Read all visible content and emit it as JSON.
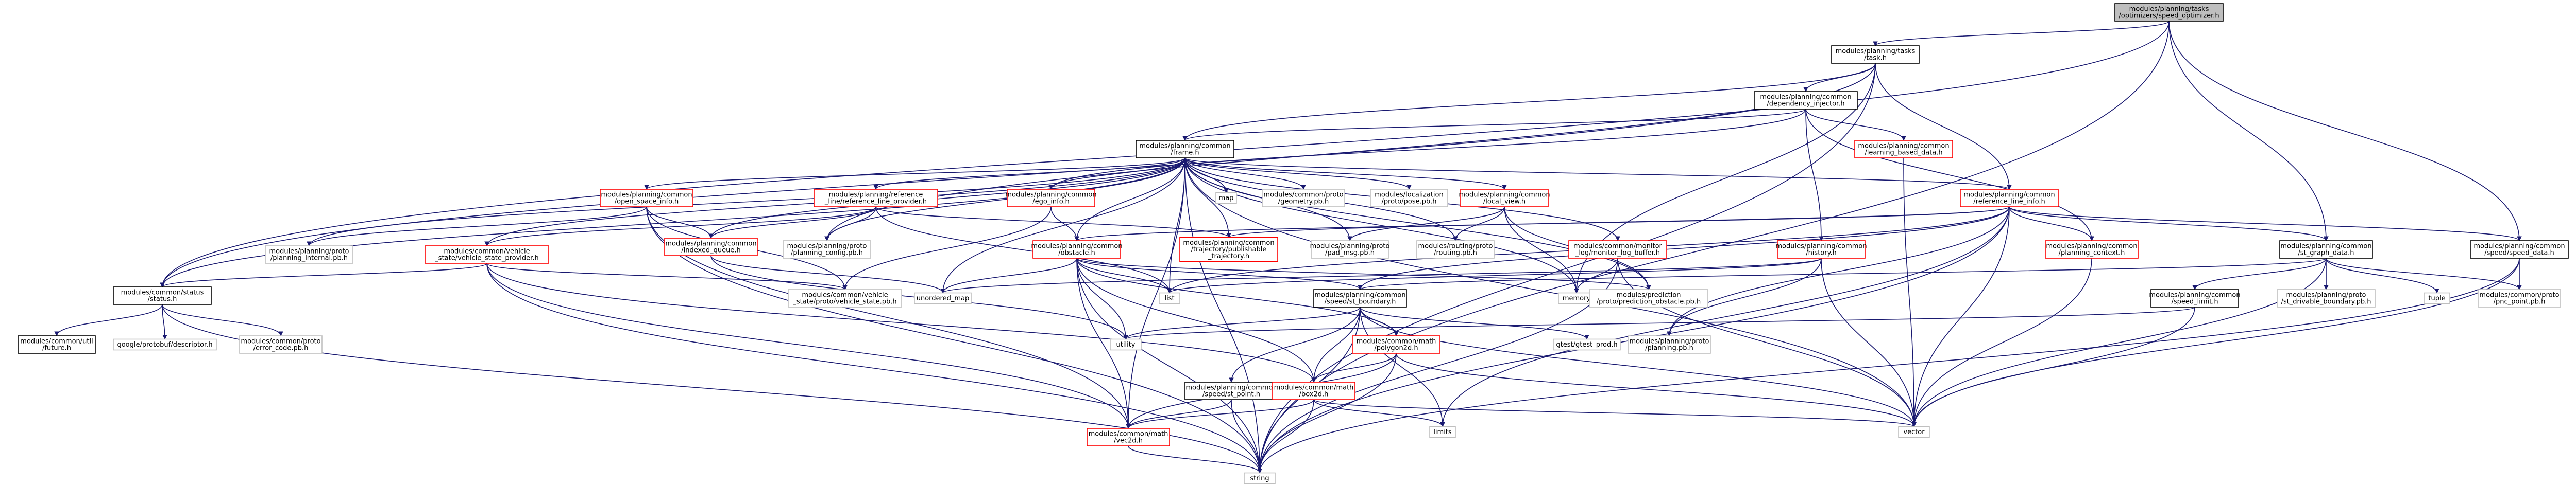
{
  "colors": {
    "edge": "#191970",
    "root_fill": "#bfbfbf",
    "normal_border": "#000000",
    "truncated_border": "#ff0000",
    "external_border": "#bfbfbf",
    "background": "#ffffff"
  },
  "nodes": [
    {
      "id": "root",
      "lines": [
        "modules/planning/tasks",
        "/optimizers/speed_optimizer.h"
      ],
      "style": "root"
    },
    {
      "id": "task",
      "lines": [
        "modules/planning/tasks",
        "/task.h"
      ],
      "style": "normal"
    },
    {
      "id": "dep",
      "lines": [
        "modules/planning/common",
        "/dependency_injector.h"
      ],
      "style": "normal"
    },
    {
      "id": "frame",
      "lines": [
        "modules/planning/common",
        "/frame.h"
      ],
      "style": "normal"
    },
    {
      "id": "learn",
      "lines": [
        "modules/planning/common",
        "/learning_based_data.h"
      ],
      "style": "red"
    },
    {
      "id": "status",
      "lines": [
        "modules/common/status",
        "/status.h"
      ],
      "style": "normal"
    },
    {
      "id": "openspace",
      "lines": [
        "modules/planning/common",
        "/open_space_info.h"
      ],
      "style": "red"
    },
    {
      "id": "trajrefline",
      "lines": [
        "modules/planning/reference",
        "_line/reference_line_provider.h"
      ],
      "style": "red"
    },
    {
      "id": "egoinfo",
      "lines": [
        "modules/planning/common",
        "/ego_info.h"
      ],
      "style": "red"
    },
    {
      "id": "map",
      "lines": [
        "map"
      ],
      "style": "external"
    },
    {
      "id": "geometry",
      "lines": [
        "modules/common/proto",
        "/geometry.pb.h"
      ],
      "style": "external"
    },
    {
      "id": "pose",
      "lines": [
        "modules/localization",
        "/proto/pose.pb.h"
      ],
      "style": "external"
    },
    {
      "id": "localview",
      "lines": [
        "modules/planning/common",
        "/local_view.h"
      ],
      "style": "red"
    },
    {
      "id": "refline",
      "lines": [
        "modules/planning/common",
        "/reference_line_info.h"
      ],
      "style": "red"
    },
    {
      "id": "vsp",
      "lines": [
        "modules/common/vehicle",
        "_state/vehicle_state_provider.h"
      ],
      "style": "red"
    },
    {
      "id": "planint",
      "lines": [
        "modules/planning/proto",
        "/planning_internal.pb.h"
      ],
      "style": "external"
    },
    {
      "id": "indexedqueue",
      "lines": [
        "modules/planning/common",
        "/indexed_queue.h"
      ],
      "style": "red"
    },
    {
      "id": "planconfig",
      "lines": [
        "modules/planning/proto",
        "/planning_config.pb.h"
      ],
      "style": "external"
    },
    {
      "id": "obstacle",
      "lines": [
        "modules/planning/common",
        "/obstacle.h"
      ],
      "style": "red"
    },
    {
      "id": "pubtraj",
      "lines": [
        "modules/planning/common",
        "/trajectory/publishable",
        "_trajectory.h"
      ],
      "style": "red"
    },
    {
      "id": "padmsg",
      "lines": [
        "modules/planning/proto",
        "/pad_msg.pb.h"
      ],
      "style": "external"
    },
    {
      "id": "routing",
      "lines": [
        "modules/routing/proto",
        "/routing.pb.h"
      ],
      "style": "external"
    },
    {
      "id": "monitorlog",
      "lines": [
        "modules/common/monitor",
        "_log/monitor_log_buffer.h"
      ],
      "style": "red"
    },
    {
      "id": "history",
      "lines": [
        "modules/planning/common",
        "/history.h"
      ],
      "style": "red"
    },
    {
      "id": "plancontext",
      "lines": [
        "modules/planning/common",
        "/planning_context.h"
      ],
      "style": "red"
    },
    {
      "id": "stgraph",
      "lines": [
        "modules/planning/common",
        "/st_graph_data.h"
      ],
      "style": "normal"
    },
    {
      "id": "speeddata",
      "lines": [
        "modules/planning/common",
        "/speed/speed_data.h"
      ],
      "style": "normal"
    },
    {
      "id": "speedlimit",
      "lines": [
        "modules/planning/common",
        "/speed_limit.h"
      ],
      "style": "normal"
    },
    {
      "id": "stdrivable",
      "lines": [
        "modules/planning/proto",
        "/st_drivable_boundary.pb.h"
      ],
      "style": "external"
    },
    {
      "id": "tuple",
      "lines": [
        "tuple"
      ],
      "style": "external"
    },
    {
      "id": "pncpoint",
      "lines": [
        "modules/common/proto",
        "/pnc_point.pb.h"
      ],
      "style": "external"
    },
    {
      "id": "future",
      "lines": [
        "modules/common/util",
        "/future.h"
      ],
      "style": "normal"
    },
    {
      "id": "descriptor",
      "lines": [
        "google/protobuf/descriptor.h"
      ],
      "style": "external"
    },
    {
      "id": "errorcode",
      "lines": [
        "modules/common/proto",
        "/error_code.pb.h"
      ],
      "style": "external"
    },
    {
      "id": "vstate",
      "lines": [
        "modules/common/vehicle",
        "_state/proto/vehicle_state.pb.h"
      ],
      "style": "external"
    },
    {
      "id": "umap",
      "lines": [
        "unordered_map"
      ],
      "style": "external"
    },
    {
      "id": "list",
      "lines": [
        "list"
      ],
      "style": "external"
    },
    {
      "id": "memory",
      "lines": [
        "memory"
      ],
      "style": "external"
    },
    {
      "id": "predobs",
      "lines": [
        "modules/prediction",
        "/proto/prediction_obstacle.pb.h"
      ],
      "style": "external"
    },
    {
      "id": "stboundary",
      "lines": [
        "modules/planning/common",
        "/speed/st_boundary.h"
      ],
      "style": "normal"
    },
    {
      "id": "utility",
      "lines": [
        "utility"
      ],
      "style": "external"
    },
    {
      "id": "gtest",
      "lines": [
        "gtest/gtest_prod.h"
      ],
      "style": "external"
    },
    {
      "id": "planningpb",
      "lines": [
        "modules/planning/proto",
        "/planning.pb.h"
      ],
      "style": "external"
    },
    {
      "id": "polygon",
      "lines": [
        "modules/common/math",
        "/polygon2d.h"
      ],
      "style": "red"
    },
    {
      "id": "stpoint",
      "lines": [
        "modules/planning/common",
        "/speed/st_point.h"
      ],
      "style": "normal"
    },
    {
      "id": "box2d",
      "lines": [
        "modules/common/math",
        "/box2d.h"
      ],
      "style": "red"
    },
    {
      "id": "vec2d",
      "lines": [
        "modules/common/math",
        "/vec2d.h"
      ],
      "style": "red"
    },
    {
      "id": "limits",
      "lines": [
        "limits"
      ],
      "style": "external"
    },
    {
      "id": "vector",
      "lines": [
        "vector"
      ],
      "style": "external"
    },
    {
      "id": "string",
      "lines": [
        "string"
      ],
      "style": "external"
    }
  ]
}
